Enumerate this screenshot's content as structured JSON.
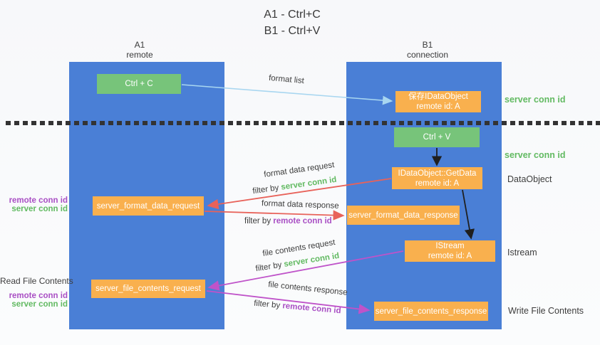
{
  "colors": {
    "col-blue": "#4a7fd6",
    "box-green": "#77c47a",
    "box-orange": "#f9b04e",
    "arrow-lightblue": "#a8d6f0",
    "arrow-red": "#e8625a",
    "arrow-magenta": "#bf53c9",
    "arrow-black": "#1f1f1f",
    "text-dark": "#3d3d3d",
    "text-green": "#62ba62",
    "text-purple": "#a94fc4"
  },
  "title": {
    "line1": "A1 - Ctrl+C",
    "line2": "B1 - Ctrl+V"
  },
  "columns": {
    "left": {
      "name": "A1",
      "role": "remote"
    },
    "right": {
      "name": "B1",
      "role": "connection"
    }
  },
  "boxes": {
    "ctrl_c": "Ctrl + C",
    "ctrl_v": "Ctrl + V",
    "save_dataobject": {
      "title": "保存IDataObject",
      "subtitle": "remote id: A"
    },
    "getdata": {
      "title": "IDataObject::GetData",
      "subtitle": "remote id: A"
    },
    "istream": {
      "title": "IStream",
      "subtitle": "remote id: A"
    },
    "format_request": "server_format_data_request",
    "format_response": "server_format_data_response",
    "file_request": "server_file_contents_request",
    "file_response": "server_file_contents_response"
  },
  "annotations": {
    "format_list": "format list",
    "filter_by": "filter by ",
    "server_conn_id": "server conn id",
    "remote_conn_id": "remote conn id",
    "format_data_request": "format data request",
    "format_data_response": "format data response",
    "file_contents_request": "file contents request",
    "file_contents_response": "file contents response"
  },
  "side_labels": {
    "server_conn_id_top": "server conn id",
    "server_conn_id_mid": "server conn id",
    "dataobject": "DataObject",
    "istream": "Istream",
    "write_file_contents": "Write File Contents",
    "read_file_contents": "Read File Contents",
    "left_group1": {
      "remote": "remote conn id",
      "server": "server conn id"
    },
    "left_group2": {
      "remote": "remote conn id",
      "server": "server conn id"
    }
  }
}
